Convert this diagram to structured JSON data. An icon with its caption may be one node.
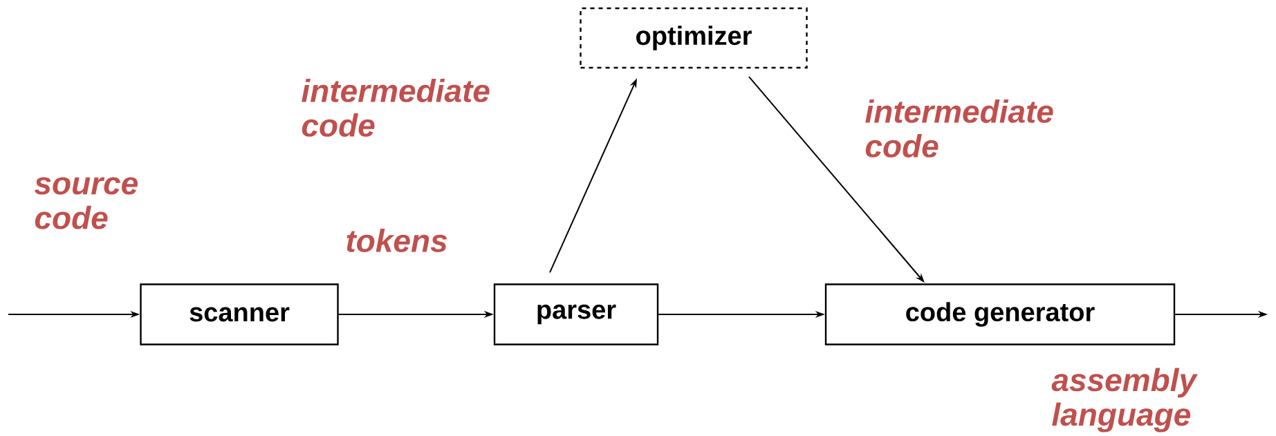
{
  "diagram": {
    "nodes": [
      {
        "text": [
          "optimizer"
        ]
      },
      {
        "text": [
          "scanner"
        ]
      },
      {
        "text": [
          "parser"
        ]
      },
      {
        "text": [
          "code generator"
        ]
      }
    ],
    "edges": [
      {
        "from": null,
        "to": 1,
        "arrow": "to",
        "label": "source code"
      },
      {
        "from": 1,
        "to": 2,
        "arrow": "to",
        "label": "tokens"
      },
      {
        "from": 2,
        "to": 0,
        "arrow": "to",
        "label": "intermediate code"
      },
      {
        "from": 0,
        "to": 3,
        "arrow": "to",
        "label": "intermediate code"
      },
      {
        "from": 2,
        "to": 3,
        "arrow": "to"
      },
      {
        "from": 3,
        "to": null,
        "arrow": "to",
        "label": "assembly language"
      }
    ]
  }
}
